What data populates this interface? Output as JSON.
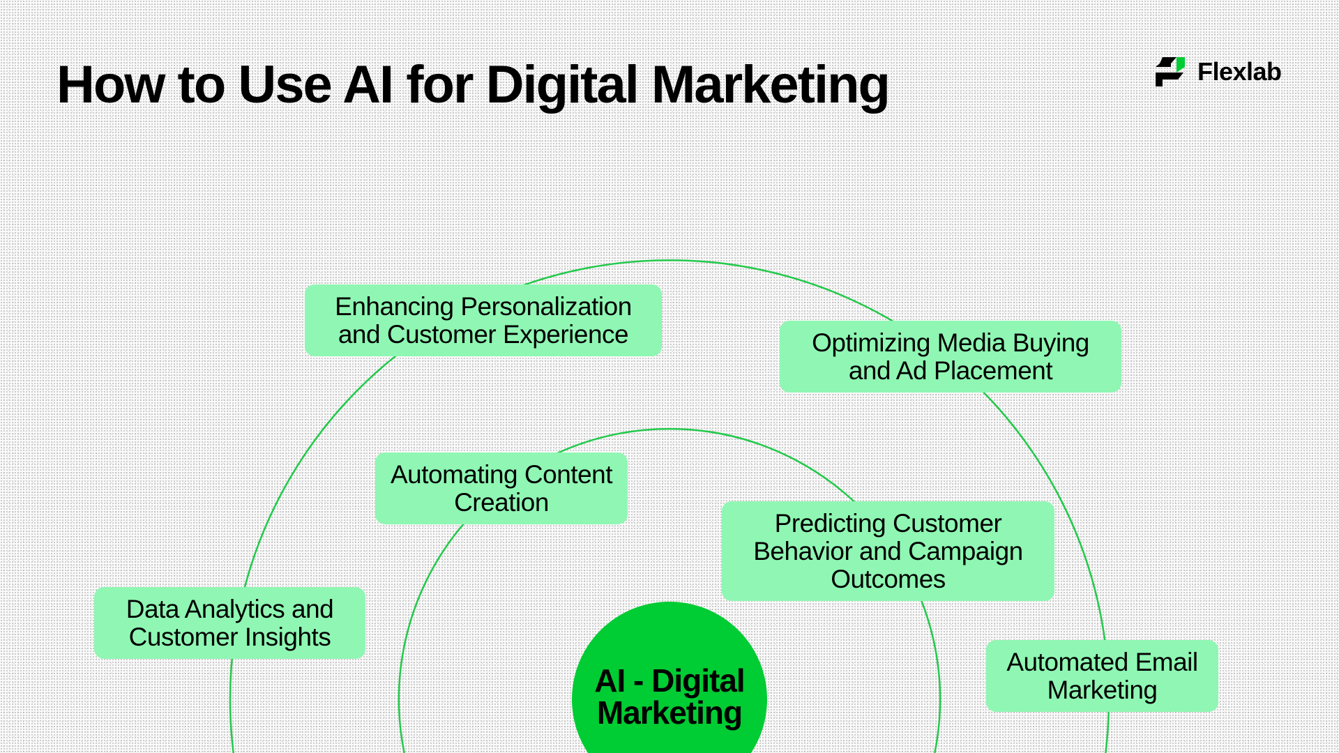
{
  "title": "How to Use AI for Digital Marketing",
  "logo": {
    "name": "Flexlab",
    "icon": "flexlab-logo-icon"
  },
  "colors": {
    "ring": "#22c94a",
    "box": "#8ff7b3",
    "center": "#00cc33"
  },
  "center": "AI - Digital Marketing",
  "items": [
    "Enhancing Personalization and Customer Experience",
    "Optimizing Media Buying and Ad Placement",
    "Automating Content Creation",
    "Predicting Customer Behavior and Campaign Outcomes",
    "Data Analytics and Customer Insights",
    "Automated Email Marketing"
  ]
}
